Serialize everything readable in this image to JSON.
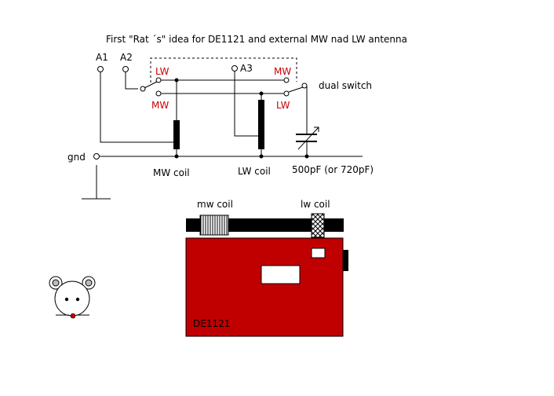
{
  "diagram": {
    "title": "First \"Rat ´s\" idea for DE1121 and external MW nad LW antenna",
    "terminals": {
      "a1": "A1",
      "a2": "A2",
      "a3": "A3",
      "gnd": "gnd"
    },
    "switch_labels": {
      "lw_top": "LW",
      "mw_top": "MW",
      "mw_bottom": "MW",
      "lw_bottom": "LW",
      "dual_switch": "dual switch"
    },
    "component_labels": {
      "mw_coil": "MW coil",
      "lw_coil": "LW coil",
      "capacitor": "500pF (or 720pF)"
    },
    "board": {
      "mw_coil_label": "mw coil",
      "lw_coil_label": "lw coil",
      "name": "DE1121"
    },
    "colors": {
      "label_red": "#cc0000",
      "board_red": "#c00000",
      "line": "#000000",
      "ferrite": "#000000"
    }
  }
}
